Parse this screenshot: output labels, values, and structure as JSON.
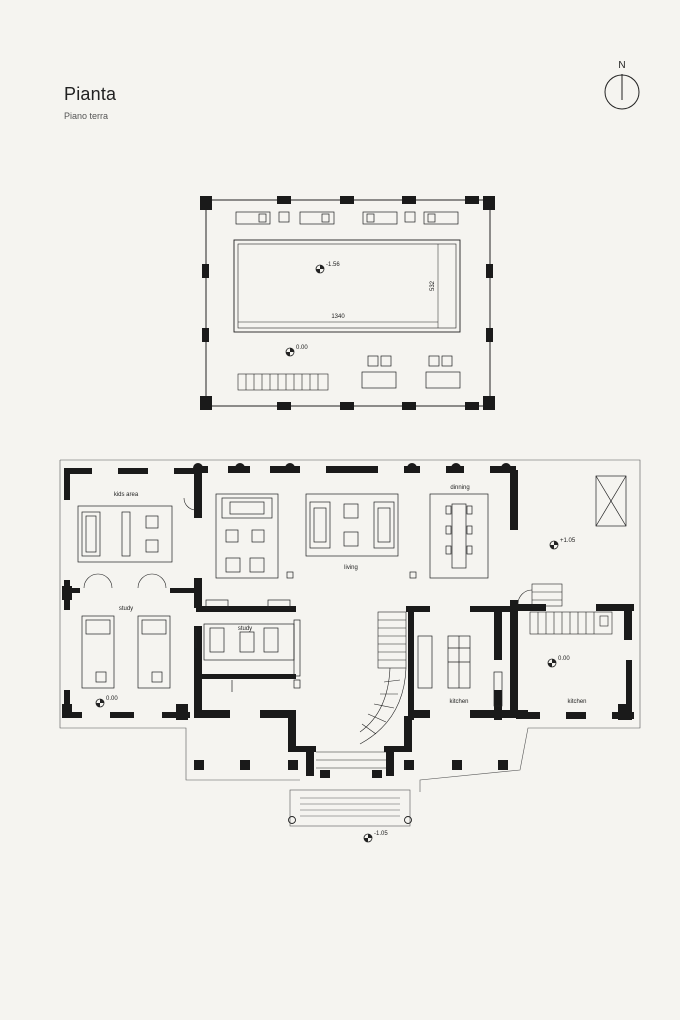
{
  "sheet": {
    "title": "Pianta",
    "subtitle": "Piano terra",
    "north": "N"
  },
  "pool_level": {
    "pool_elevation": "-1.56",
    "deck_elevation": "0.00",
    "pool_length": "1340",
    "pool_width": "532"
  },
  "ground_floor": {
    "rooms": {
      "kids_area": "kids  area",
      "study_left": "study",
      "study_center": "study",
      "living": "living",
      "dinning": "dinning",
      "kitchen_center": "kitchen",
      "kitchen_right": "kitchen"
    },
    "elevations": {
      "left_wing": "0.00",
      "terrace": "+1.05",
      "right_wing": "0.00",
      "entrance": "-1.05"
    }
  }
}
